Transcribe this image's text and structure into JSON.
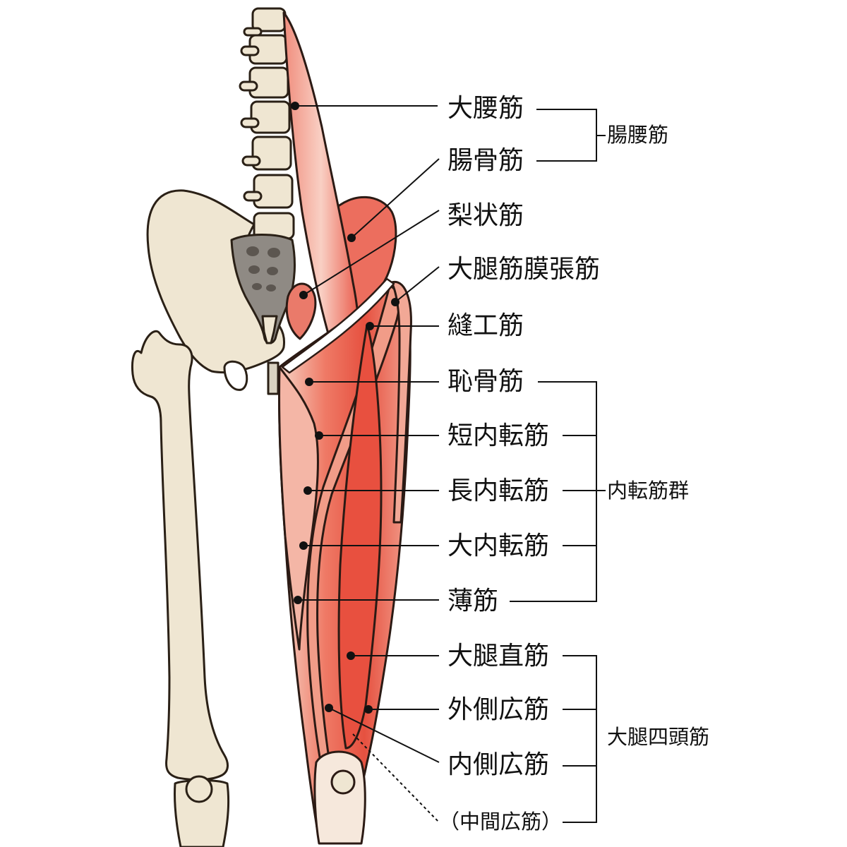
{
  "muscles": [
    {
      "key": "psoas_major",
      "label": "大腰筋"
    },
    {
      "key": "iliacus",
      "label": "腸骨筋"
    },
    {
      "key": "piriformis",
      "label": "梨状筋"
    },
    {
      "key": "tfl",
      "label": "大腿筋膜張筋"
    },
    {
      "key": "sartorius",
      "label": "縫工筋"
    },
    {
      "key": "pectineus",
      "label": "恥骨筋"
    },
    {
      "key": "adductor_brevis",
      "label": "短内転筋"
    },
    {
      "key": "adductor_longus",
      "label": "長内転筋"
    },
    {
      "key": "adductor_magnus",
      "label": "大内転筋"
    },
    {
      "key": "gracilis",
      "label": "薄筋"
    },
    {
      "key": "rectus_femoris",
      "label": "大腿直筋"
    },
    {
      "key": "vastus_lateralis",
      "label": "外側広筋"
    },
    {
      "key": "vastus_medialis",
      "label": "内側広筋"
    },
    {
      "key": "vastus_intermedius",
      "label": "（中間広筋）"
    }
  ],
  "groups": [
    {
      "key": "iliopsoas",
      "label": "腸腰筋"
    },
    {
      "key": "adductors",
      "label": "内転筋群"
    },
    {
      "key": "quadriceps",
      "label": "大腿四頭筋"
    }
  ],
  "colors": {
    "bone": "#efe6d2",
    "bone_outline": "#2a2016",
    "sacrum": "#8f8a84",
    "muscle_light": "#f3aea0",
    "muscle_mid": "#ec6e5e",
    "muscle_dark": "#e0493c",
    "leader": "#111111"
  }
}
